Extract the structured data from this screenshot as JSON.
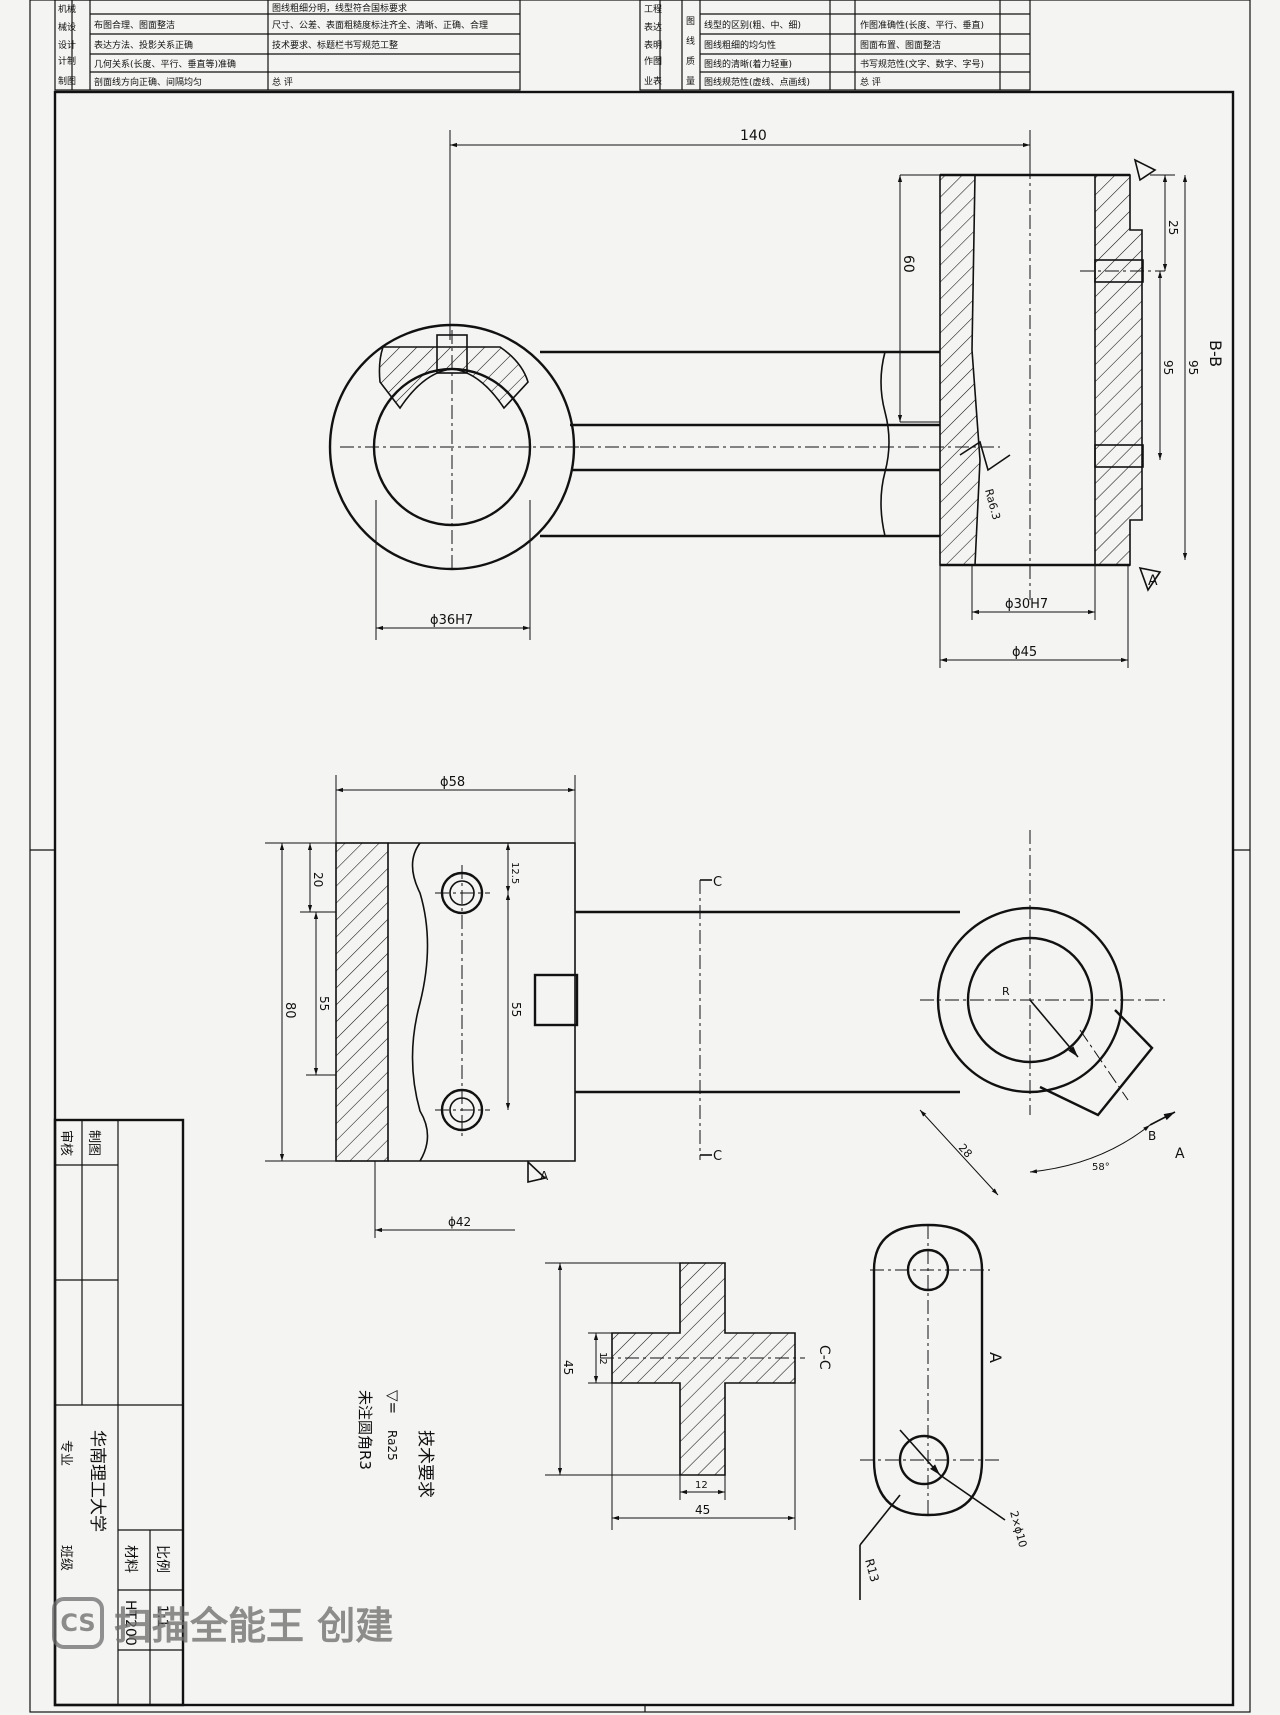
{
  "grading_table": {
    "left_side": [
      "机械",
      "械设",
      "设计",
      "计制",
      "制图"
    ],
    "left_rows": [
      "布图合理、图面整洁",
      "表达方法、投影关系正确",
      "几何关系(长度、平行、垂直等)准确",
      "剖面线方向正确、间隔均匀"
    ],
    "mid_rows": [
      "图线粗细分明，线型符合国标要求",
      "尺寸、公差、表面粗糙度标注齐全、清晰、正确、合理",
      "技术要求、标题栏书写规范工整",
      "总  评"
    ],
    "right_side": [
      "工程",
      "表达",
      "表明",
      "作图",
      "业表"
    ],
    "right_mid": [
      "图",
      "线",
      "质",
      "量"
    ],
    "right_rows": [
      "线型的区别(粗、中、细)",
      "图线粗细的均匀性",
      "图线的清晰(着力轻重)",
      "图线规范性(虚线、点画线)"
    ],
    "right_rows2": [
      "作图准确性(长度、平行、垂直)",
      "图面布置、图面整洁",
      "书写规范性(文字、数字、字号)",
      "总  评"
    ]
  },
  "section_bb": {
    "label": "B-B",
    "dims": {
      "d140": "140",
      "d60": "60",
      "d25": "25",
      "d95a": "95",
      "d95b": "95",
      "phi36": "ϕ36H7",
      "phi30": "ϕ30H7",
      "phi45": "ϕ45"
    },
    "roughness": "Ra6.3",
    "datum": "A"
  },
  "front_view": {
    "dims": {
      "phi58": "ϕ58",
      "d80": "80",
      "d20": "20",
      "d55a": "55",
      "d55b": "55",
      "d12_5": "12.5",
      "phi42": "ϕ42",
      "d28": "28",
      "ang": "58°",
      "r": "R"
    },
    "cut_c": "C",
    "view_b": "B",
    "view_a": "A",
    "datum": "A"
  },
  "section_cc": {
    "label": "C-C",
    "dims": {
      "d45v": "45",
      "d12a": "12",
      "d12b": "12",
      "d45h": "45"
    }
  },
  "view_a": {
    "label": "A",
    "dims": {
      "holes": "2×ϕ10",
      "r13": "R13"
    }
  },
  "tech_req": {
    "title": "技术要求",
    "line1_left": "▽=",
    "line1_right": "Ra25",
    "line2": "未注圆角R3"
  },
  "title_block": {
    "drawn": "制图",
    "checked": "审核",
    "school": "华南理工大学",
    "major": "专业",
    "klass": "班级",
    "scale_label": "比例",
    "scale_value": "1:1",
    "material_label": "材料",
    "material_value": "HT200"
  },
  "watermark": {
    "logo": "CS",
    "text": "扫描全能王 创建"
  }
}
